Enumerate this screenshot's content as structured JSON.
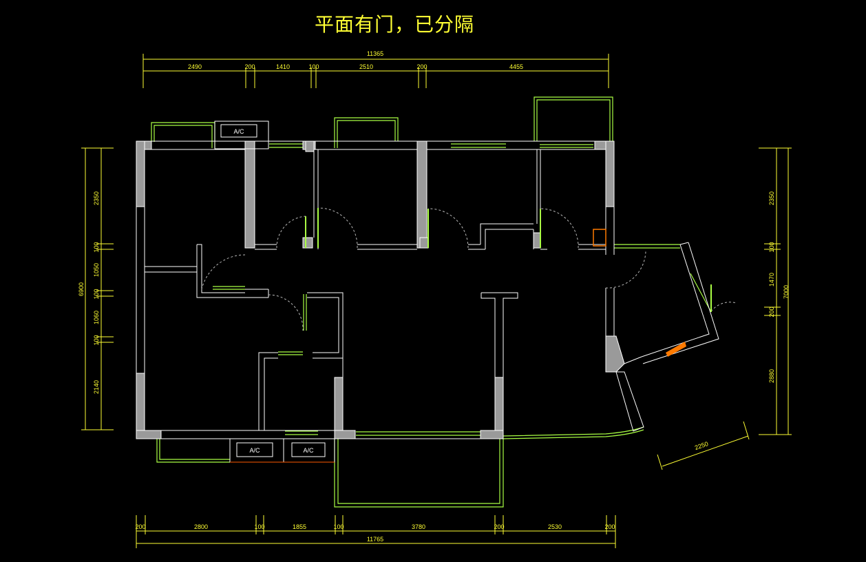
{
  "title": "平面有门，已分隔",
  "colors": {
    "background": "#000000",
    "wall_line": "#ffffff",
    "wall_fill": "#9a9a9a",
    "window": "#aaff44",
    "dimension": "#ffff33",
    "door_swing": "#cccccc",
    "accent": "#ff7a00"
  },
  "dimensions": {
    "top_total": "11365",
    "top_segments": [
      "2490",
      "200",
      "1410",
      "100",
      "2510",
      "200",
      "4455"
    ],
    "bottom_total": "11765",
    "bottom_segments": [
      "200",
      "2800",
      "100",
      "1855",
      "100",
      "3780",
      "200",
      "2530",
      "200"
    ],
    "left_total": "6900",
    "left_segments": [
      "2350",
      "100",
      "1050",
      "100",
      "1060",
      "100",
      "2140"
    ],
    "right_total": "7000",
    "right_segments": [
      "2350",
      "100",
      "1470",
      "200",
      "2880"
    ],
    "diagonal": "2250"
  },
  "equipment": {
    "ac_label": "A/C"
  }
}
